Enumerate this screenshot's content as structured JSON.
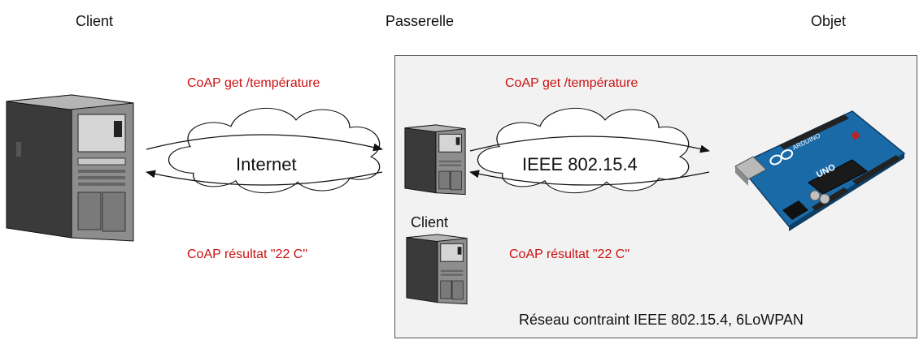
{
  "columns": {
    "client": "Client",
    "gateway": "Passerelle",
    "object": "Objet"
  },
  "clouds": {
    "internet": "Internet",
    "ieee": "IEEE 802.15.4"
  },
  "messages": {
    "left_request": "CoAP get /température",
    "left_response": "CoAP résultat \"22 C\"",
    "right_request": "CoAP get /température",
    "right_response": "CoAP résultat \"22 C\""
  },
  "gateway_client_label": "Client",
  "network_label": "Réseau contraint IEEE 802.15.4, 6LoWPAN",
  "board": {
    "brand": "ARDUINO",
    "model": "UNO"
  },
  "colors": {
    "message_text": "#cc1111",
    "board_blue": "#1b6aa8",
    "box_fill": "#f2f2f2"
  },
  "icons": [
    "server-tower-icon",
    "cloud-icon",
    "arduino-board-icon"
  ]
}
